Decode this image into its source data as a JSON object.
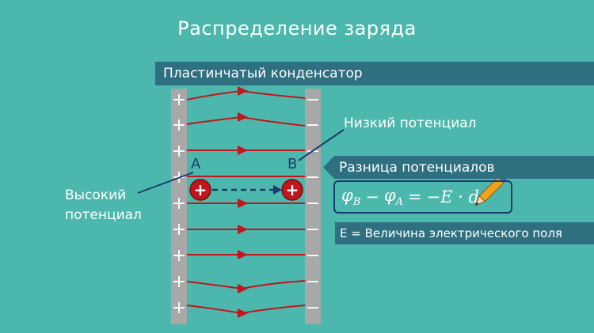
{
  "title": "Распределение заряда",
  "capacitor_label": "Пластинчатый конденсатор",
  "low_potential_label": "Низкий потенциал",
  "high_potential_label_line1": "Высокий",
  "high_potential_label_line2": "потенциал",
  "point_a": "A",
  "point_b": "B",
  "potential_difference_label": "Разница потенциалов",
  "formula": "φB − φA = −E · d",
  "formula_parts": {
    "phi": "φ",
    "sub_b": "B",
    "minus": "−",
    "sub_a": "A",
    "equals": "=",
    "rhs": "−E · d"
  },
  "field_definition": "E = Величина электрического поля",
  "plate_left_sign": "+",
  "plate_right_sign": "−",
  "charge_sign": "+",
  "icons": [
    "pencil-icon"
  ],
  "colors": {
    "background": "#4cb8ad",
    "banner": "#2e6f80",
    "plate": "#a8a8a8",
    "field_line": "#c0161c",
    "charge": "#c0161c",
    "dark_blue": "#1e3a6c"
  }
}
